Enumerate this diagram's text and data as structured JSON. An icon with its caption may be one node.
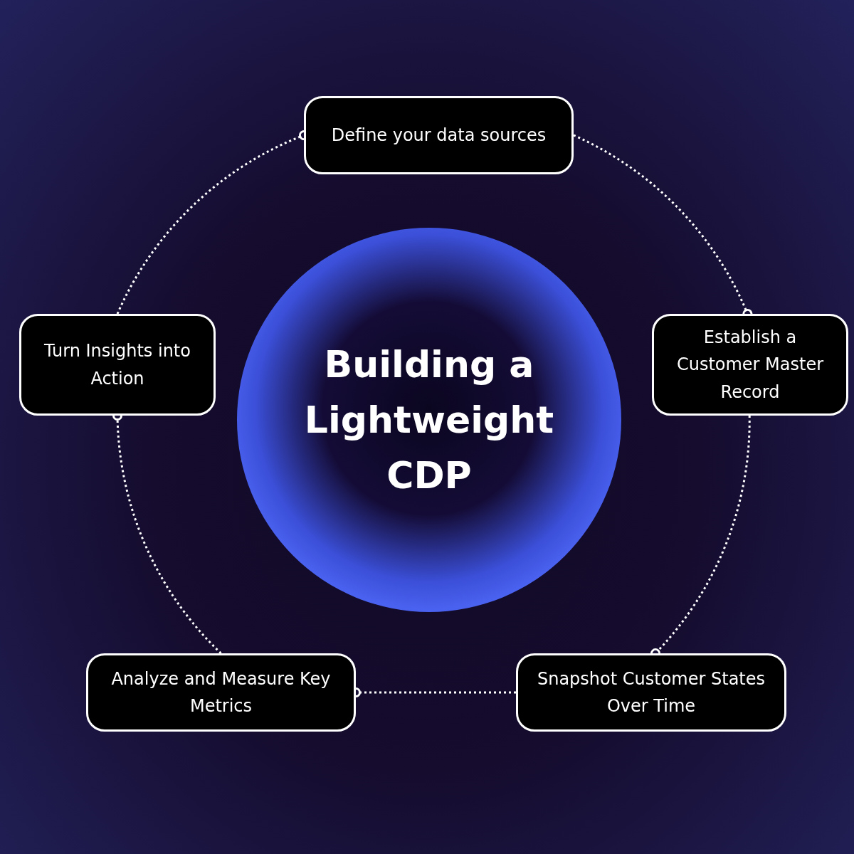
{
  "diagram": {
    "nodes": [
      {
        "text": [
          "Define your data sources"
        ]
      },
      {
        "text": [
          "Establish a Customer Master Record"
        ]
      },
      {
        "text": [
          "Snapshot Customer States Over Time"
        ]
      },
      {
        "text": [
          "Analyze and Measure Key Metrics"
        ]
      },
      {
        "text": [
          "Turn Insights into Action"
        ]
      },
      {
        "text": [
          "Building a Lightweight CDP"
        ]
      }
    ],
    "edges": [
      {
        "from": 0,
        "to": 1,
        "arrow": "other"
      },
      {
        "from": 1,
        "to": 2,
        "arrow": "other"
      },
      {
        "from": 2,
        "to": 3,
        "arrow": "other"
      },
      {
        "from": 3,
        "to": 4,
        "arrow": "other"
      },
      {
        "from": 4,
        "to": 0,
        "arrow": "other"
      }
    ]
  }
}
